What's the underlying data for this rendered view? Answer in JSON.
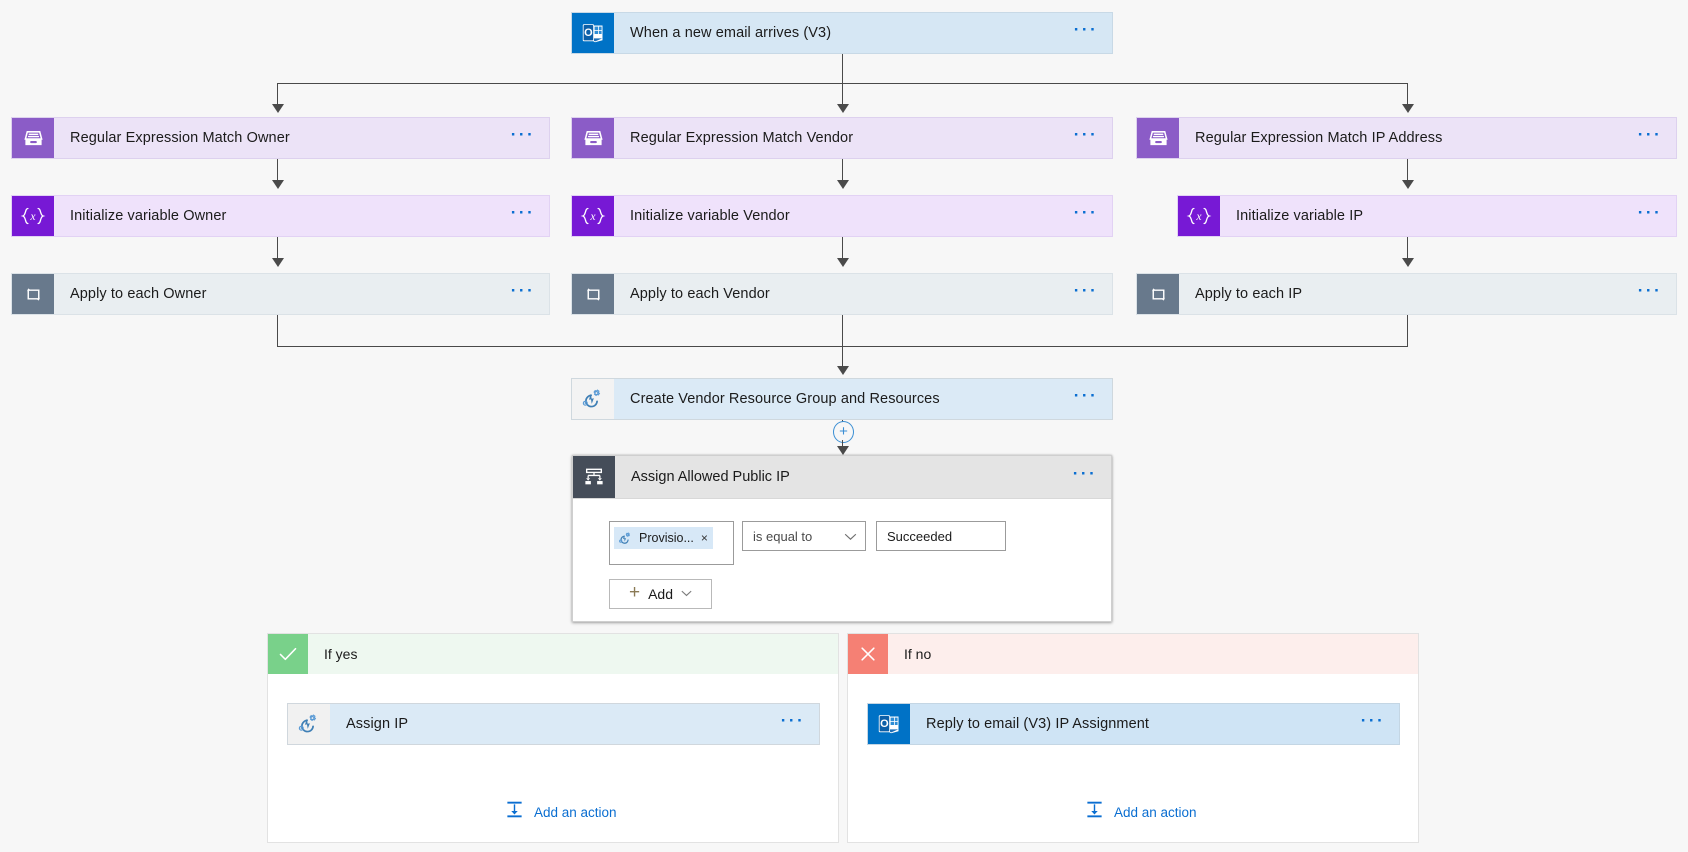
{
  "workflow": {
    "trigger": {
      "label": "When a new email arrives (V3)",
      "icon": "outlook-icon",
      "menu": "···"
    },
    "branches": [
      {
        "regex": {
          "label": "Regular Expression Match Owner",
          "icon": "regex-inbox-icon"
        },
        "variable": {
          "label": "Initialize variable Owner",
          "icon": "variable-braces-icon"
        },
        "loop": {
          "label": "Apply to each Owner",
          "icon": "loop-icon"
        }
      },
      {
        "regex": {
          "label": "Regular Expression Match Vendor",
          "icon": "regex-inbox-icon"
        },
        "variable": {
          "label": "Initialize variable Vendor",
          "icon": "variable-braces-icon"
        },
        "loop": {
          "label": "Apply to each Vendor",
          "icon": "loop-icon"
        }
      },
      {
        "regex": {
          "label": "Regular Expression Match IP Address",
          "icon": "regex-inbox-icon"
        },
        "variable": {
          "label": "Initialize variable IP",
          "icon": "variable-braces-icon"
        },
        "loop": {
          "label": "Apply to each IP",
          "icon": "loop-icon"
        }
      }
    ],
    "create_resources": {
      "label": "Create Vendor Resource Group and Resources",
      "icon": "azure-resource-manager-icon",
      "menu": "···"
    },
    "insert_step_button": "+",
    "condition": {
      "label": "Assign Allowed Public IP",
      "icon": "condition-icon",
      "menu": "···",
      "row": {
        "token": {
          "label": "Provisio...",
          "icon": "azure-resource-manager-icon",
          "remove": "×"
        },
        "operator": "is equal to",
        "operator_chevron": "∨",
        "value": "Succeeded"
      },
      "add_button": {
        "plus": "+",
        "label": "Add",
        "chevron": "∨"
      }
    },
    "yes_branch": {
      "label": "If yes",
      "mark": "check-icon",
      "action": {
        "label": "Assign IP",
        "icon": "azure-resource-manager-icon",
        "menu": "···"
      },
      "add_action": {
        "label": "Add an action",
        "icon": "add-action-icon"
      }
    },
    "no_branch": {
      "label": "If no",
      "mark": "close-icon",
      "action": {
        "label": "Reply to email (V3) IP Assignment",
        "icon": "outlook-icon",
        "menu": "···"
      },
      "add_action": {
        "label": "Add an action",
        "icon": "add-action-icon"
      }
    }
  },
  "colors": {
    "canvas": "#f7f7f7",
    "trigger_bg": "#d6e7f4",
    "outlook_blue": "#0072c6",
    "regex_bg": "#ece3f7",
    "regex_icon": "#8b5cc7",
    "variable_bg": "#efe2fb",
    "variable_icon": "#7719d5",
    "loop_bg": "#e9eef1",
    "loop_icon": "#68798c",
    "arm_bg": "#dbeaf6",
    "condition_icon": "#454d59",
    "yes_green": "#79d18a",
    "no_red": "#f58074",
    "link_blue": "#0a6ed1",
    "connector": "#4a4a4a"
  }
}
